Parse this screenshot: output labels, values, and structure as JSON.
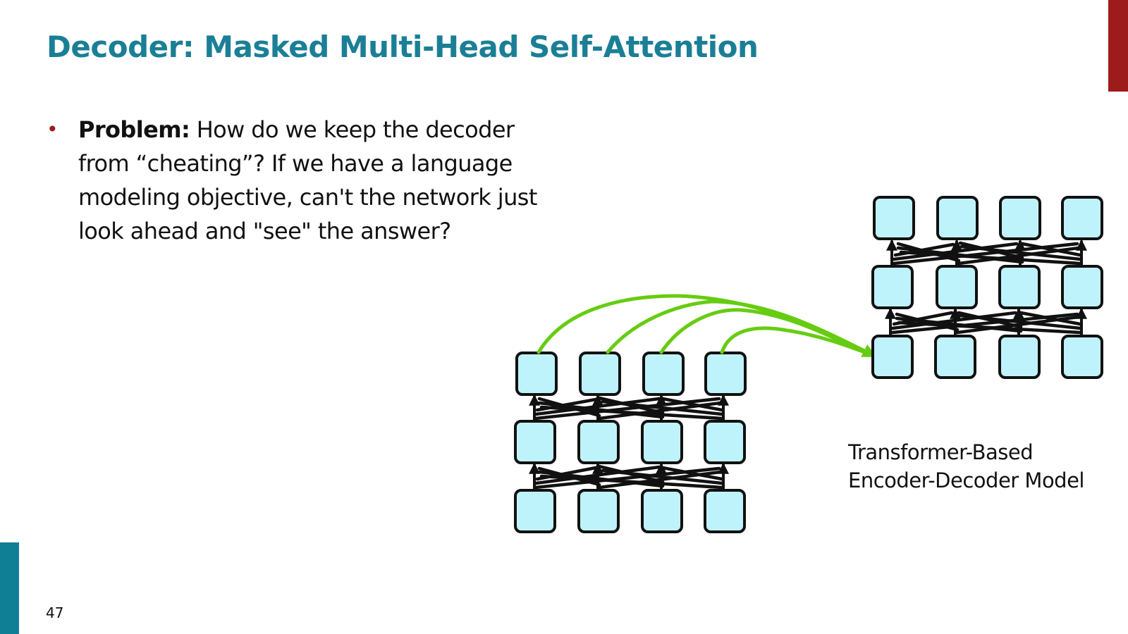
{
  "slide": {
    "title": "Decoder: Masked Multi-Head Self-Attention",
    "page_number": "47"
  },
  "bullet": {
    "label": "Problem:",
    "text": " How do we keep the decoder from “cheating”? If we have a language modeling objective, can't the network just look ahead and \"see\" the answer?"
  },
  "caption": {
    "line1": "Transformer-Based",
    "line2": "Encoder-Decoder Model"
  },
  "colors": {
    "title": "#1a7f96",
    "accent_red": "#9e1b1b",
    "accent_teal": "#0f7f95",
    "box_fill": "#bff3fc",
    "cross_attention": "#66cc11"
  },
  "diagram": {
    "encoder": {
      "rows": 3,
      "cols": 4
    },
    "decoder": {
      "rows": 3,
      "cols": 4
    }
  }
}
